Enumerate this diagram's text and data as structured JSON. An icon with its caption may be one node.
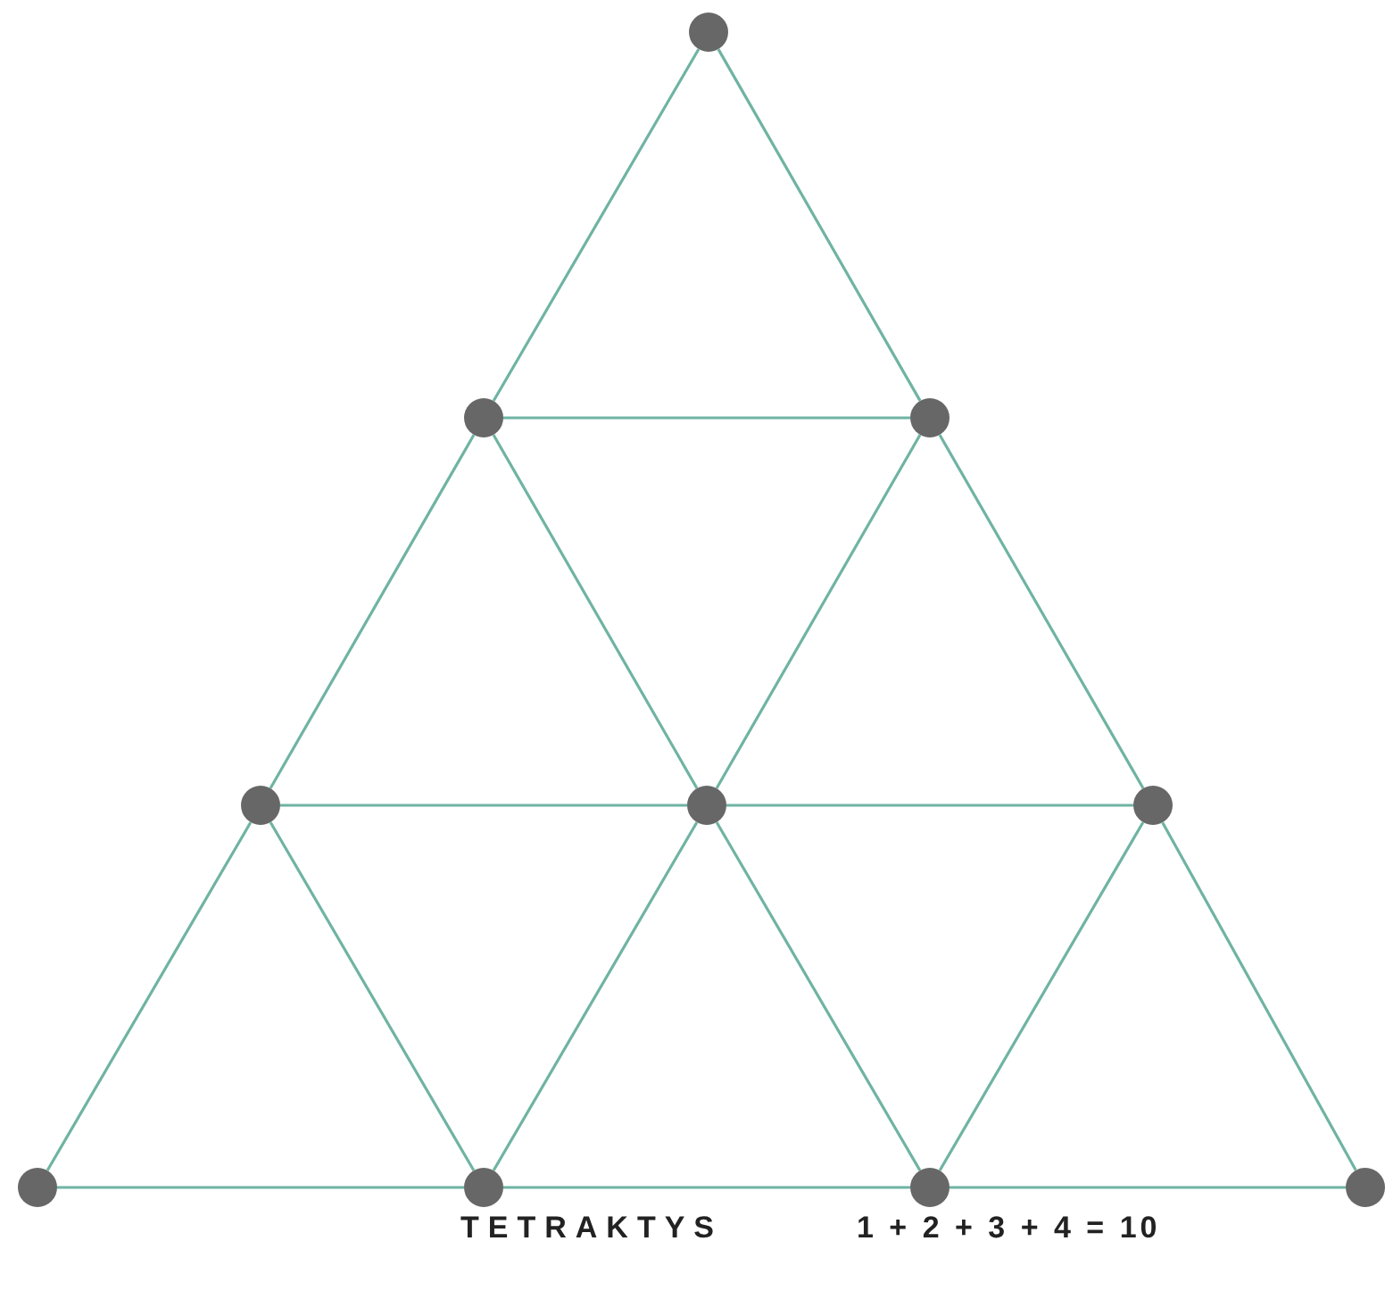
{
  "diagram": {
    "nodes": [
      {
        "text": [],
        "shape": "circle"
      },
      {
        "text": [],
        "shape": "circle"
      },
      {
        "text": [],
        "shape": "circle"
      },
      {
        "text": [],
        "shape": "circle"
      },
      {
        "text": [],
        "shape": "circle"
      },
      {
        "text": [],
        "shape": "circle"
      },
      {
        "text": [],
        "shape": "circle"
      },
      {
        "text": [],
        "shape": "circle"
      },
      {
        "text": [],
        "shape": "circle"
      },
      {
        "text": [],
        "shape": "circle"
      }
    ],
    "edges": [
      {
        "from": 0,
        "to": 1,
        "arrow": "none"
      },
      {
        "from": 0,
        "to": 2,
        "arrow": "none"
      },
      {
        "from": 1,
        "to": 2,
        "arrow": "none"
      },
      {
        "from": 1,
        "to": 3,
        "arrow": "none"
      },
      {
        "from": 1,
        "to": 4,
        "arrow": "none"
      },
      {
        "from": 2,
        "to": 4,
        "arrow": "none"
      },
      {
        "from": 2,
        "to": 5,
        "arrow": "none"
      },
      {
        "from": 3,
        "to": 4,
        "arrow": "none"
      },
      {
        "from": 4,
        "to": 5,
        "arrow": "none"
      },
      {
        "from": 3,
        "to": 6,
        "arrow": "none"
      },
      {
        "from": 3,
        "to": 7,
        "arrow": "none"
      },
      {
        "from": 4,
        "to": 7,
        "arrow": "none"
      },
      {
        "from": 4,
        "to": 8,
        "arrow": "none"
      },
      {
        "from": 5,
        "to": 8,
        "arrow": "none"
      },
      {
        "from": 5,
        "to": 9,
        "arrow": "none"
      },
      {
        "from": 6,
        "to": 7,
        "arrow": "none"
      },
      {
        "from": 7,
        "to": 8,
        "arrow": "none"
      },
      {
        "from": 8,
        "to": 9,
        "arrow": "none"
      }
    ],
    "labels": [
      "TETRAKTYS",
      "1 + 2 + 3 + 4 = 10"
    ]
  }
}
